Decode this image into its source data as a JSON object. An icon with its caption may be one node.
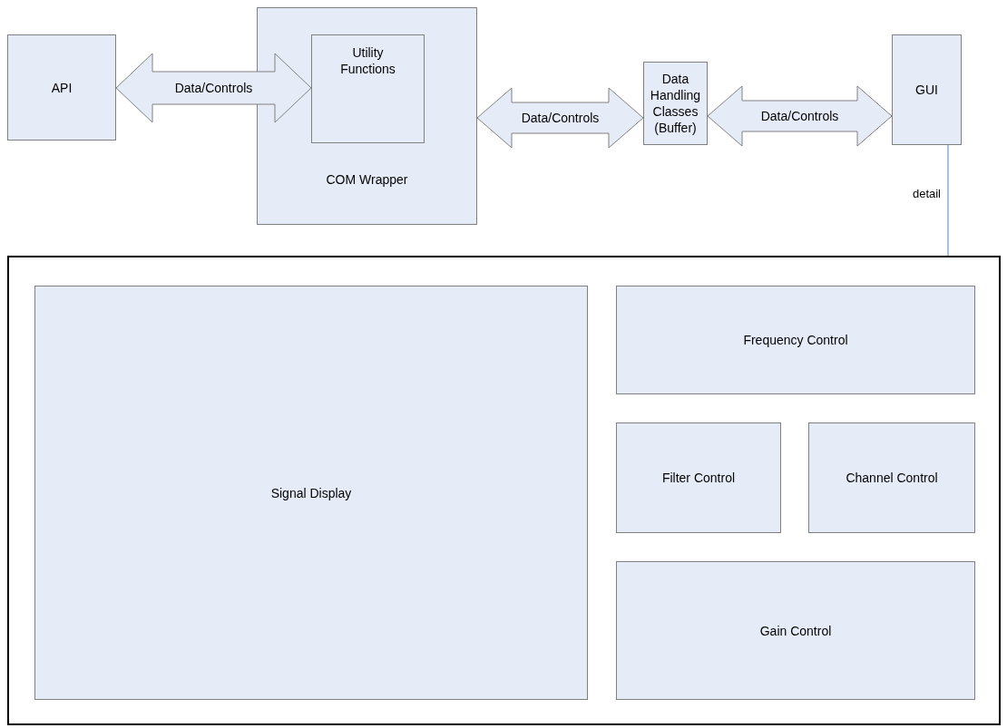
{
  "diagram": {
    "nodes": [
      {
        "text": [
          "API"
        ]
      },
      {
        "text": [
          "COM Wrapper"
        ]
      },
      {
        "text": [
          "Utility Functions"
        ],
        "in": 1
      },
      {
        "text": [
          "Data Handling Classes (Buffer)"
        ]
      },
      {
        "text": [
          "GUI"
        ]
      },
      {
        "text": [],
        "shape": "box"
      },
      {
        "text": [
          "Signal Display"
        ],
        "in": 5
      },
      {
        "text": [
          "Frequency Control"
        ],
        "in": 5
      },
      {
        "text": [
          "Filter Control"
        ],
        "in": 5
      },
      {
        "text": [
          "Channel Control"
        ],
        "in": 5
      },
      {
        "text": [
          "Gain Control"
        ],
        "in": 5
      }
    ],
    "edges": [
      {
        "from": 0,
        "to": 2,
        "arrow": "both",
        "label": "Data/Controls"
      },
      {
        "from": 1,
        "to": 3,
        "arrow": "both",
        "label": "Data/Controls"
      },
      {
        "from": 3,
        "to": 4,
        "arrow": "both",
        "label": "Data/Controls"
      },
      {
        "from": 4,
        "to": 5,
        "arrow": "none",
        "label": "detail",
        "color": "#4f81bd"
      }
    ]
  }
}
